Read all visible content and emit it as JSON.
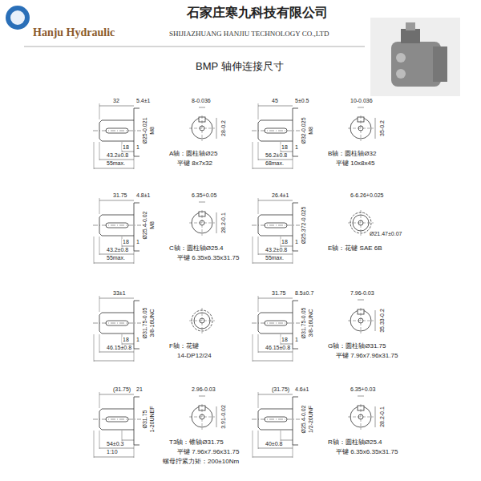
{
  "diagram": {
    "title": "BMP 轴伸连接尺寸",
    "labels": [
      "石家庄寒九科技有限公司",
      "SHIJIAZHUANG HANJIU TECHNOLOGY CO.,LTD",
      "Hanju Hydraulic",
      "32",
      "5.4±1",
      "8-0.036",
      "Ø25-0.021",
      "M8",
      "28-0.2",
      "1",
      "18",
      "43.2±0.8",
      "55max.",
      "A轴：圆柱轴Ø25",
      "平键 8x7x32",
      "45",
      "5±0.5",
      "10-0.036",
      "Ø32-0.025",
      "M8",
      "35-0.2",
      "1",
      "18",
      "56.2±0.8",
      "68max.",
      "B轴：圆柱轴Ø32",
      "平键 10x8x45",
      "31.75",
      "4.8±1",
      "6.35+0.05",
      "Ø25.4-0.02",
      "M8",
      "28.2-0.1",
      "1",
      "18",
      "43.2±0.8",
      "55max.",
      "C轴：圆柱轴Ø25.4",
      "平键 6.35x6.35x31.75",
      "26.4±1",
      "6-6.26+0.025",
      "Ø25.372-0.025",
      "Ø21.47±0.07",
      "1",
      "18",
      "43.2±0.8",
      "55max.",
      "E轴：花键 SAE 6B",
      "33±1",
      "Ø31.75-0.05",
      "3/8-16UNC",
      "1",
      "18",
      "46.15±0.8",
      "F轴：花键",
      "14-DP12/24",
      "31.75",
      "8.5±0.7",
      "7.96-0.03",
      "Ø31.75-0.05",
      "3/8-16UNC",
      "35.33-0.2",
      "1",
      "18",
      "46.15±0.8",
      "G轴：圆柱轴Ø31.75",
      "平键 7.96x7.96x31.75",
      "(31.75)",
      "21",
      "2.96-0.03",
      "Ø31.75",
      "1-20UNEF",
      "3.91-0.02",
      "54±0.3",
      "1:10",
      "T3轴：锥轴Ø31.75",
      "平键 7.96x7.96x31.75",
      "螺母拧紧力矩：200±10Nm",
      "(31.75)",
      "4.6±1",
      "6.35+0.03",
      "Ø25.4-0.02",
      "1/2-20UNF",
      "28.2-0.1",
      "40±0.8",
      "R轴：圆柱轴Ø25.4",
      "平键 6.35x6.35x31.75"
    ]
  }
}
